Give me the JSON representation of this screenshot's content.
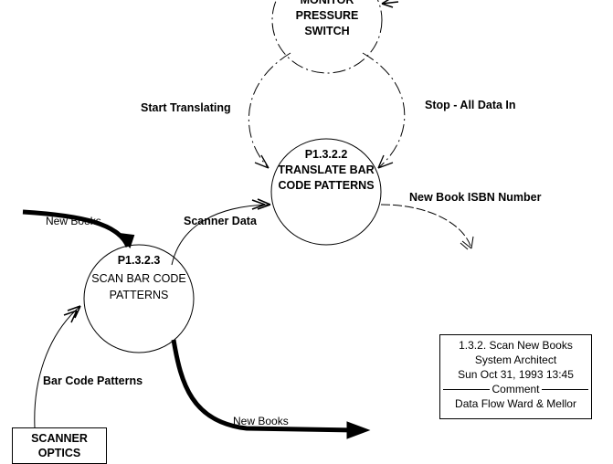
{
  "processes": [
    {
      "id": "",
      "lines": [
        "MONITOR",
        "PRESSURE",
        "SWITCH"
      ]
    },
    {
      "id": "P1.3.2.2",
      "lines": [
        "TRANSLATE BAR",
        "CODE PATTERNS"
      ]
    },
    {
      "id": "P1.3.2.3",
      "lines": [
        "SCAN BAR CODE",
        "PATTERNS"
      ]
    }
  ],
  "flows": {
    "start_translating": "Start Translating",
    "stop_all_data_in": "Stop - All Data In",
    "new_book_isbn": "New Book ISBN Number",
    "scanner_data": "Scanner Data",
    "new_books_in": "New Books",
    "bar_code_patterns": "Bar Code Patterns",
    "new_books_out": "New Books"
  },
  "terminator": {
    "lines": [
      "SCANNER",
      "OPTICS"
    ]
  },
  "title_block": {
    "line1": "1.3.2. Scan New Books",
    "line2": "System Architect",
    "line3": "Sun Oct 31, 1993  13:45",
    "comment_label": "Comment",
    "line4": "Data Flow Ward & Mellor"
  },
  "colors": {
    "ink": "#000000",
    "background": "#ffffff"
  }
}
